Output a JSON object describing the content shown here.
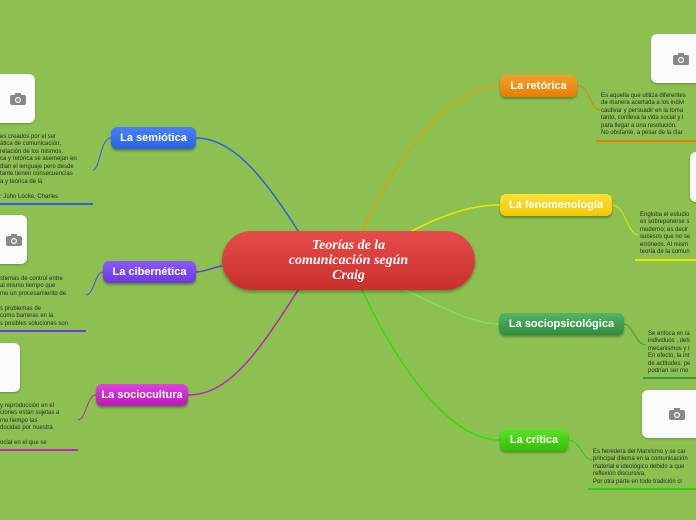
{
  "central": {
    "title": "Teorías de la comunicación según Craig"
  },
  "colors": {
    "background": "#8cc152",
    "retorica": "#e67e00",
    "fenomenologia": "#f0c800",
    "sociopsicologica": "#3a9a4a",
    "critica": "#33cc00",
    "semiotica": "#2a62e0",
    "cibernetica": "#6a3ae0",
    "sociocultura": "#c020c0"
  },
  "topics": {
    "retorica": {
      "label": "La retórica",
      "note": "Es aquella que utiliza diferentes\nde manera acertada a los indivi\ncautivar y persuadir en la toma\ntanto, conlleva la vida social y l\npara llegar a una resolución.\nNo obstante, a pesar de la clar\nmisma plantea asuntos profund"
    },
    "fenomenologia": {
      "label": "La fenomenología",
      "note": "Engloba el estudio\nes  sobreponerse s\nmoderno; es decir\nsucesos que no se\nerróneos. Al mism\nteoría de la comun\nsignificado y la inb"
    },
    "sociopsicologica": {
      "label": "La sociopsicológica",
      "note": "Se enfoca en la\nindividuos , deb\nmecanismos y r\nEn efecto, la int\nde actitudes, pe\npodrían ser mo\ninteracción soci"
    },
    "critica": {
      "label": "La crítica",
      "note": "Es heredera del Marxismo y se car\nprincipal dilema en la comunicación\nmaterial e ideológico debido a que\nreflexión discursiva.\nPor otra parte  en todo tradición cr\nde un diálogo público y racional."
    },
    "semiotica": {
      "label": "La semiótica",
      "note": "es creados por el ser\nática  de comunicación,\nretación de los mismos.\nca y retórica se asemejan en\ndian el lenguaje pero desde\ntante tienen consecuencias\na y teórica de la\n\n: John Locke, Charles\ne Saussure."
    },
    "cibernetica": {
      "label": "La cibernética",
      "note": "stemas de control entre\nal mismo tiempo que\nmo un procesamiento de\n\ns problemas de\ncomo barreras en la\ns posibles soluciones son"
    },
    "sociocultura": {
      "label": "La sociocultura",
      "note": "y reproducción en el\nciones están sujetas a\nmo tiempo las\nducidas por nuestra\n\nocial en el que se\n."
    }
  }
}
